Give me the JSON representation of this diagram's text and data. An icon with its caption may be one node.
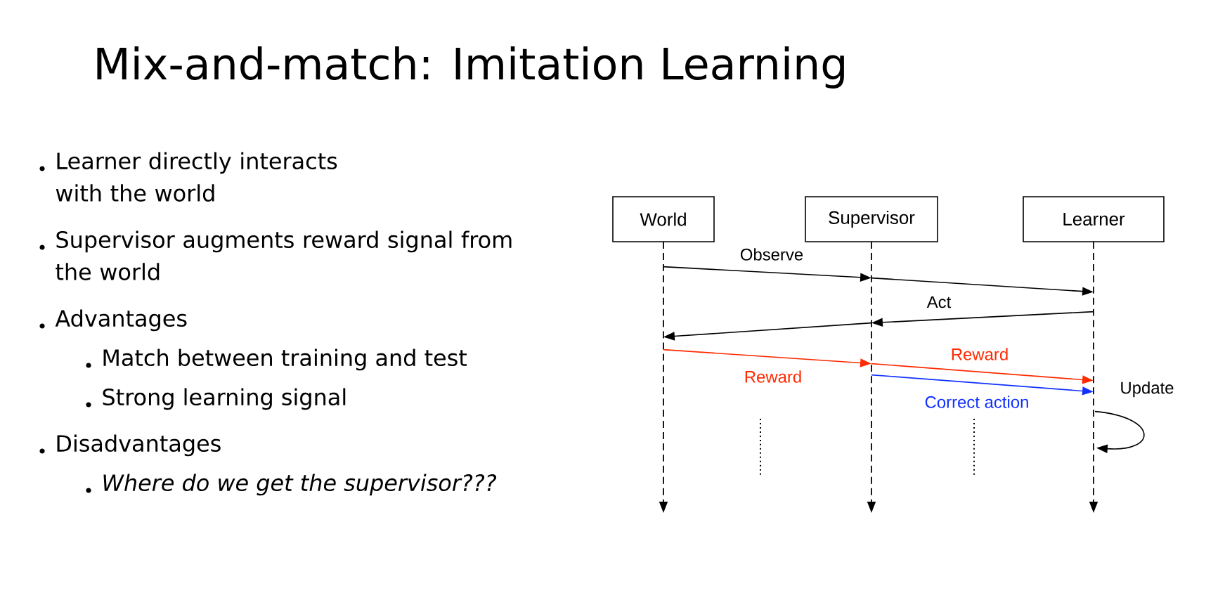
{
  "diagram": {
    "title": "Mix-and-match: Imitation Learning",
    "nodes": [
      {
        "text": [
          "World"
        ]
      },
      {
        "text": [
          "Supervisor"
        ]
      },
      {
        "text": [
          "Learner"
        ]
      },
      {
        "text": [],
        "shape": "lifeline"
      },
      {
        "text": [],
        "shape": "lifeline"
      },
      {
        "text": [],
        "shape": "lifeline"
      }
    ],
    "edges": [
      {
        "from": 3,
        "to": 4,
        "arrow": "to",
        "label": "Observe"
      },
      {
        "from": 4,
        "to": 5,
        "arrow": "to"
      },
      {
        "from": 5,
        "to": 4,
        "arrow": "to",
        "label": "Act"
      },
      {
        "from": 4,
        "to": 3,
        "arrow": "to"
      },
      {
        "from": 3,
        "to": 4,
        "arrow": "to",
        "label": "Reward",
        "color": "#ff2a00"
      },
      {
        "from": 4,
        "to": 5,
        "arrow": "to",
        "label": "Reward",
        "color": "#ff2a00"
      },
      {
        "from": 4,
        "to": 5,
        "arrow": "to",
        "label": "Correct action",
        "color": "#1030ff"
      },
      {
        "from": 5,
        "to": 5,
        "arrow": "to",
        "label": "Update"
      }
    ],
    "labels": [
      "Learner directly interacts with the world",
      "Supervisor augments reward signal from the world",
      "Advantages",
      "Match between training and test",
      "Strong learning signal",
      "Disadvantages",
      "Where do we get the supervisor???"
    ]
  }
}
